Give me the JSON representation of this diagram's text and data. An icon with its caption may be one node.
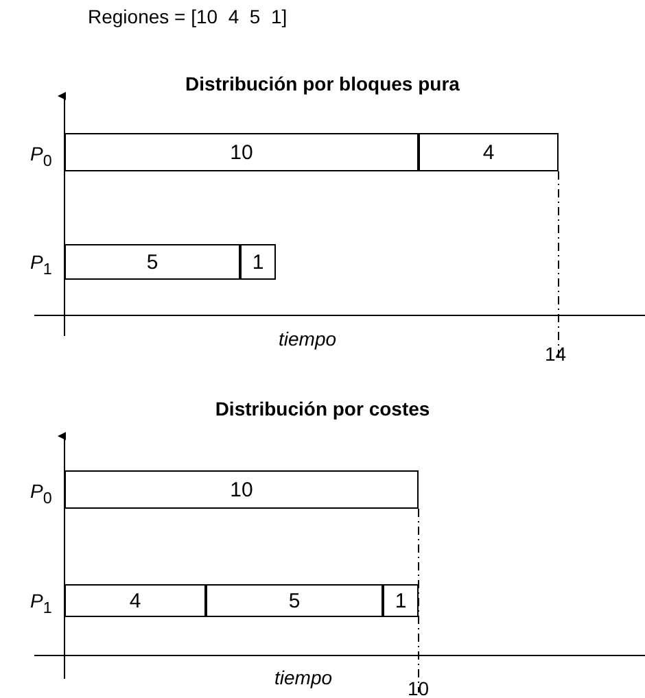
{
  "diagram": {
    "nodes": [
      {
        "text": [
          "10"
        ]
      },
      {
        "text": [
          "4"
        ]
      },
      {
        "text": [
          "5"
        ]
      },
      {
        "text": [
          "1"
        ]
      },
      {
        "text": [
          "10"
        ]
      },
      {
        "text": [
          "4"
        ]
      },
      {
        "text": [
          "5"
        ]
      },
      {
        "text": [
          "1"
        ]
      }
    ],
    "labels": [
      "Regiones = [10  4  5  1]",
      "Distribución por bloques pura",
      "*P*$_{0}$",
      "*P*$_{1}$",
      "tiempo",
      "14",
      "Distribución por costes",
      "*P*$_{0}$",
      "*P*$_{1}$",
      "tiempo",
      "10"
    ]
  }
}
